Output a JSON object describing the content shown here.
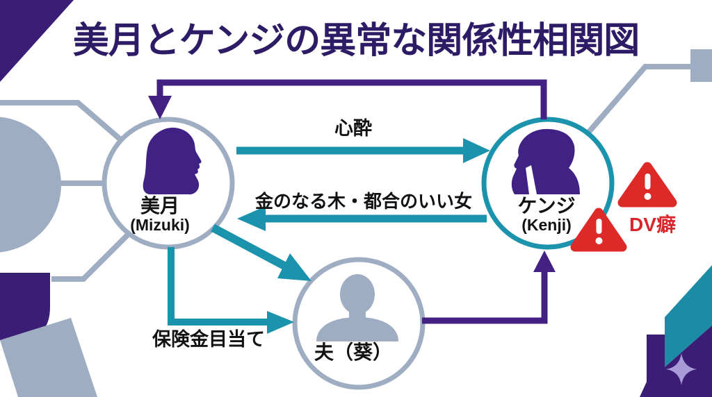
{
  "title": "美月とケンジの異常な関係性相関図",
  "nodes": [
    {
      "id": "mizuki",
      "label_ja": "美月",
      "label_en": "(Mizuki)",
      "icon": "woman-silhouette-icon",
      "border_color": "#9fadc2"
    },
    {
      "id": "kenji",
      "label_ja": "ケンジ",
      "label_en": "(Kenji)",
      "icon": "man-silhouette-icon",
      "border_color": "#1b93ad"
    },
    {
      "id": "husband",
      "label_ja": "夫（葵）",
      "label_en": "",
      "icon": "person-silhouette-icon",
      "border_color": "#9fadc2"
    }
  ],
  "edges": [
    {
      "from": "mizuki",
      "to": "kenji",
      "label": "心酔",
      "color": "#1b93ad",
      "shape": "straight-right"
    },
    {
      "from": "kenji",
      "to": "mizuki",
      "label": "金のなる木・都合のいい女",
      "color": "#1b93ad",
      "shape": "straight-left"
    },
    {
      "from": "kenji",
      "to": "mizuki",
      "label": "",
      "color": "#432183",
      "shape": "elbow-over-top"
    },
    {
      "from": "mizuki",
      "to": "husband",
      "label": "",
      "color": "#1b93ad",
      "shape": "diagonal-down"
    },
    {
      "from": "mizuki",
      "to": "husband",
      "label": "保険金目当て",
      "color": "#1b93ad",
      "shape": "elbow-down"
    },
    {
      "from": "husband",
      "to": "kenji",
      "label": "",
      "color": "#432183",
      "shape": "elbow-up"
    }
  ],
  "warnings": {
    "label": "DV癖",
    "color": "#d8262c",
    "icons": [
      "warning-triangle-icon",
      "warning-triangle-icon"
    ]
  },
  "colors": {
    "title_purple": "#2e1b66",
    "deep_purple": "#3f2283",
    "arrow_purple": "#432183",
    "teal": "#1b93ad",
    "gray_blue": "#9fadc2",
    "alert_red": "#dd2a28",
    "lavender": "#a89ad6",
    "background": "#ffffff"
  }
}
